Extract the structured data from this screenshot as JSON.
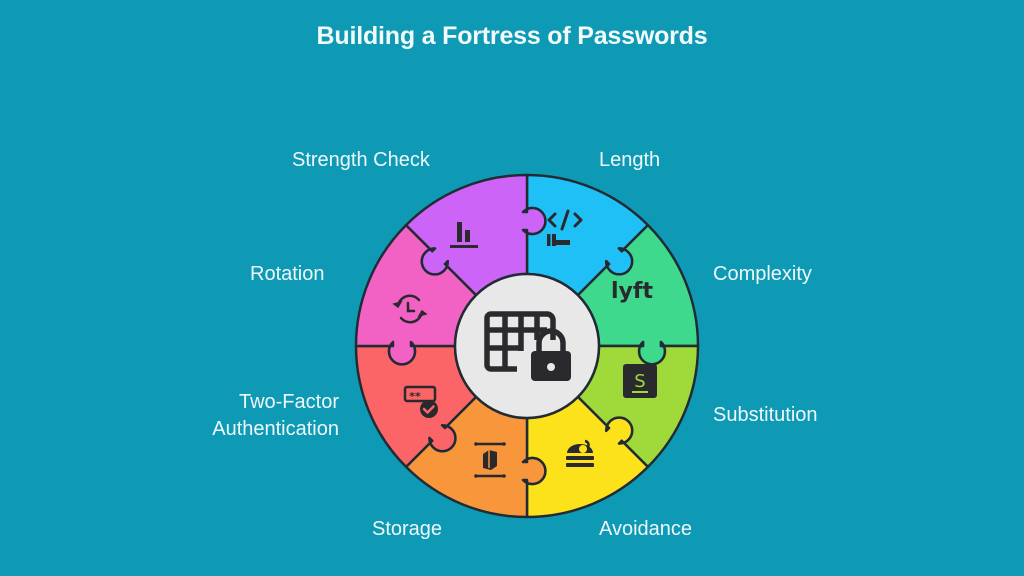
{
  "title": "Building a Fortress of Passwords",
  "background_color": "#0E9AB5",
  "center": {
    "icon": "grid-lock-icon",
    "fill": "#E8E8E8"
  },
  "segments": [
    {
      "label": "Length",
      "color": "#1FC0F5",
      "icon": "code-icon"
    },
    {
      "label": "Complexity",
      "color": "#3ED98D",
      "icon": "lyft-logo-icon"
    },
    {
      "label": "Substitution",
      "color": "#9FD93A",
      "icon": "dollar-box-icon"
    },
    {
      "label": "Avoidance",
      "color": "#FBE21B",
      "icon": "cake-icon"
    },
    {
      "label": "Storage",
      "color": "#F7963A",
      "icon": "box-icon"
    },
    {
      "label": "Two-Factor Authentication",
      "label_lines": [
        "Two-Factor",
        "Authentication"
      ],
      "color": "#FB6568",
      "icon": "password-check-icon"
    },
    {
      "label": "Rotation",
      "color": "#F261C4",
      "icon": "clock-rotate-icon"
    },
    {
      "label": "Strength Check",
      "color": "#CB64F7",
      "icon": "bar-chart-icon"
    }
  ],
  "outline_color": "#222B33",
  "icon_color": "#2A2A2E"
}
